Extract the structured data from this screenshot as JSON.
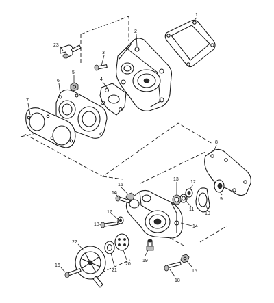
{
  "callouts": {
    "c1": "1",
    "c2": "2",
    "c3": "3",
    "c4": "4",
    "c5": "5",
    "c6": "6",
    "c7": "7",
    "c8": "8",
    "c9": "9",
    "c10": "10",
    "c11": "11",
    "c12": "12",
    "c13": "13",
    "c14": "14",
    "c15a": "15",
    "c15b": "15",
    "c16a": "16",
    "c16b": "16",
    "c17": "17",
    "c18a": "18",
    "c18b": "18",
    "c19": "19",
    "c20": "20",
    "c21": "21",
    "c22": "22",
    "c23": "23"
  }
}
